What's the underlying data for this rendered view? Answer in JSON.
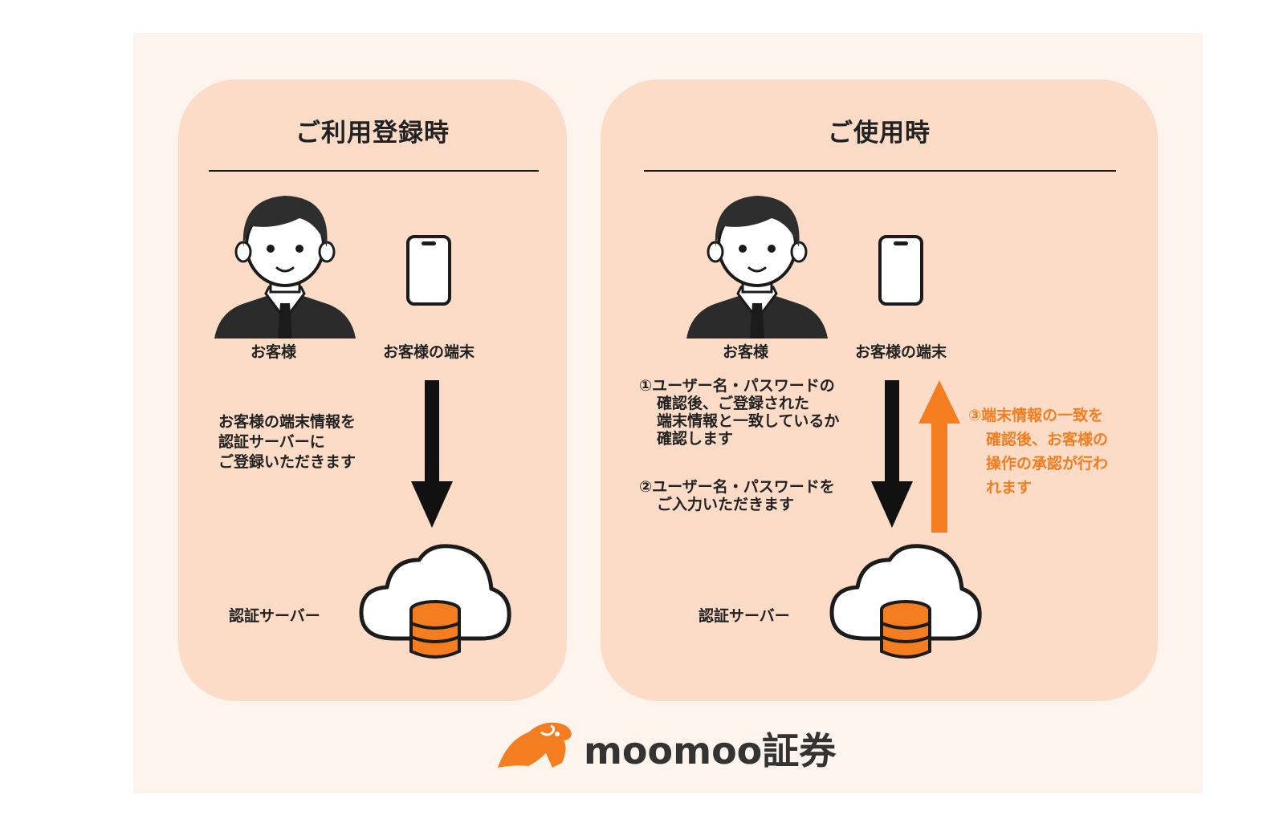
{
  "left_panel": {
    "title": "ご利用登録時",
    "customer_label": "お客様",
    "device_label": "お客様の端末",
    "description": [
      "お客様の端末情報を",
      "認証サーバーに",
      "ご登録いただきます"
    ],
    "server_label": "認証サーバー"
  },
  "right_panel": {
    "title": "ご使用時",
    "customer_label": "お客様",
    "device_label": "お客様の端末",
    "step1": [
      "①ユーザー名・パスワードの",
      "確認後、ご登録された",
      "端末情報と一致しているか",
      "確認します"
    ],
    "step2": [
      "②ユーザー名・パスワードを",
      "ご入力いただきます"
    ],
    "step3": [
      "③端末情報の一致を",
      "確認後、お客様の",
      "操作の承認が行わ",
      "れます"
    ],
    "server_label": "認証サーバー"
  },
  "logo": {
    "text": "moomoo証券"
  },
  "colors": {
    "accent": "#f47d20",
    "panel": "#fcdcc7",
    "frame": "#fdf4ee",
    "dark": "#1b1b1b"
  },
  "icons": [
    "person-icon",
    "smartphone-icon",
    "cloud-server-icon",
    "down-arrow-icon",
    "up-arrow-icon",
    "moomoo-logo-icon"
  ]
}
